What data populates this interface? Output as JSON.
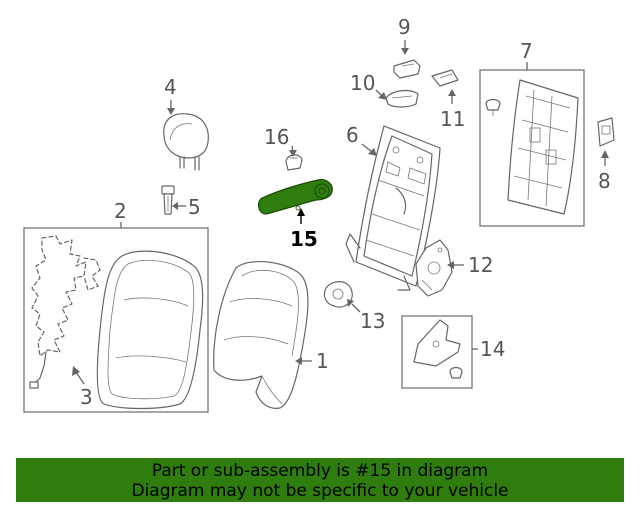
{
  "labels": {
    "l1": "1",
    "l2": "2",
    "l3": "3",
    "l4": "4",
    "l5": "5",
    "l6": "6",
    "l7": "7",
    "l8": "8",
    "l9": "9",
    "l10": "10",
    "l11": "11",
    "l12": "12",
    "l13": "13",
    "l14": "14",
    "l15": "15",
    "l16": "16"
  },
  "banner": {
    "line1": "Part or sub-assembly is #15 in diagram",
    "line2": "Diagram may not be specific to your vehicle"
  },
  "colors": {
    "highlight_part": "#2e7d0e",
    "banner_background": "#2e7d0e",
    "line_art": "#666666"
  }
}
